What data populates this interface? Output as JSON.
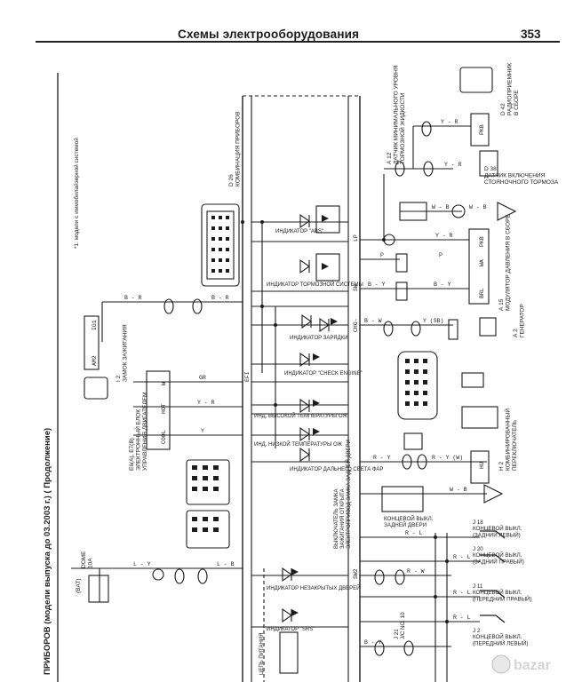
{
  "header": {
    "title": "Схемы электрооборудования",
    "page_number": "353"
  },
  "left_caption": "ПРИБОРОВ (модели выпуска до 03.2003 г.) ( Продолжение)",
  "footnote": "*1: модели с иммобилайзерной системой",
  "components": {
    "d26": "D 26\nКОМБИНАЦИЯ ПРИБОРОВ",
    "i2": "I 2\nЗАМОК ЗАЖИГАНИЯ",
    "ecu": "Е6(A), E7(B)\nЭЛЕКТРОННЫЙ БЛОК\nУПРАВЛЕНИЯ ДВИГАТЕЛЕМ",
    "fuse": "DOME\n10А",
    "bat": "(BAT)",
    "d42": "D 42\nРАДИОПРИЕМНИК\nВ СБОРЕ",
    "d38": "D 38\nДАТЧИК ВКЛЮЧЕНИЯ\nСТОЯНОЧНОГО ТОРМОЗА",
    "a12": "А 12\nДАТЧИК МИНИМАЛЬНОГО УРОВНЯ\nТОРМОЗНОЙ ЖИДКОСТИ",
    "a15": "А 15\nМОДУЛЯТОР ДАВЛЕНИЯ В СБОРЕ",
    "a2": "А 2\nГЕНЕРАТОР",
    "h2": "H 2\nКОМБИНИРОВАННЫЙ\nПЕРЕКЛЮЧАТЕЛЬ",
    "j18": "J 18\nКОНЦЕВОЙ ВЫКЛ.\n(ЗАДНИЙ ЛЕВЫЙ)",
    "j20": "J 20\nКОНЦЕВОЙ ВЫКЛ.\n(ЗАДНИЙ ПРАВЫЙ)",
    "j11": "J 11\nКОНЦЕВОЙ ВЫКЛ.\n(ПЕРЕДНИЙ ПРАВЫЙ)",
    "j2": "J 2\nКОНЦЕВОЙ ВЫКЛ.\n(ПЕРЕДНИЙ ЛЕВЫЙ)",
    "j21": "J 21\nJ/C NO. 10",
    "rear_door": "КОНЦЕВОЙ ВЫКЛ.\nЗАДНЕЙ ДВЕРИ",
    "lock_switch": "ВЫКЛЮЧАТЕЛЬ ЗАМКА\nЗАЖИГАНИЯ ОТКРЫТА\nЭЛЕКТРОПРИВОД ЗАМКА ЗАДНЕЙ ДВЕРИ"
  },
  "indicators": [
    "ИНДИКАТОР \"ABS\"",
    "ИНДИКАТОР ТОРМОЗНОЙ СИСТЕМЫ",
    "ИНДИКАТОР ЗАРЯДКИ",
    "ИНДИКАТОР \"CHECK ENGINE\"",
    "ИНД. ВЫСОКОЙ ТЕМПЕРАТУРЫ ОЖ",
    "ИНД. НИЗКОЙ ТЕМПЕРАТУРЫ ОЖ",
    "ИНДИКАТОР ДАЛЬНЕГО СВЕТА ФАР",
    "ИНДИКАТОР НЕЗАКРЫТЫХ ДВЕРЕЙ",
    "ИНДИКАТОР \"SRS\"",
    "ЦЕПЬ ПИТАНИЯ"
  ],
  "wires": {
    "b_r": "B - R",
    "gr": "GR",
    "y_r": "Y - R",
    "y": "Y",
    "l_b": "L - B",
    "l_y": "L - Y",
    "r_l": "R - L",
    "b_y": "B - Y",
    "b_w": "B - W",
    "y_sb": "Y (SB)",
    "w_b": "W - B",
    "p": "P",
    "r_w": "R - W",
    "r_y": "R - Y",
    "r_y_w": "R - Y (W)"
  },
  "pins": {
    "ig1": "IG1",
    "am2": "AM2",
    "lp": "LP",
    "sw": "SW",
    "chg": "CHG-",
    "efi": "EFI",
    "w": "W",
    "hot": "HOT",
    "cool": "COOL",
    "brl": "BRL",
    "wa": "WA",
    "pkb": "PKB",
    "hu": "HU",
    "sw2": "SW2"
  },
  "colors": {
    "ink": "#1c1c1c",
    "paper": "#ffffff",
    "shade": "#d9d9d9"
  }
}
